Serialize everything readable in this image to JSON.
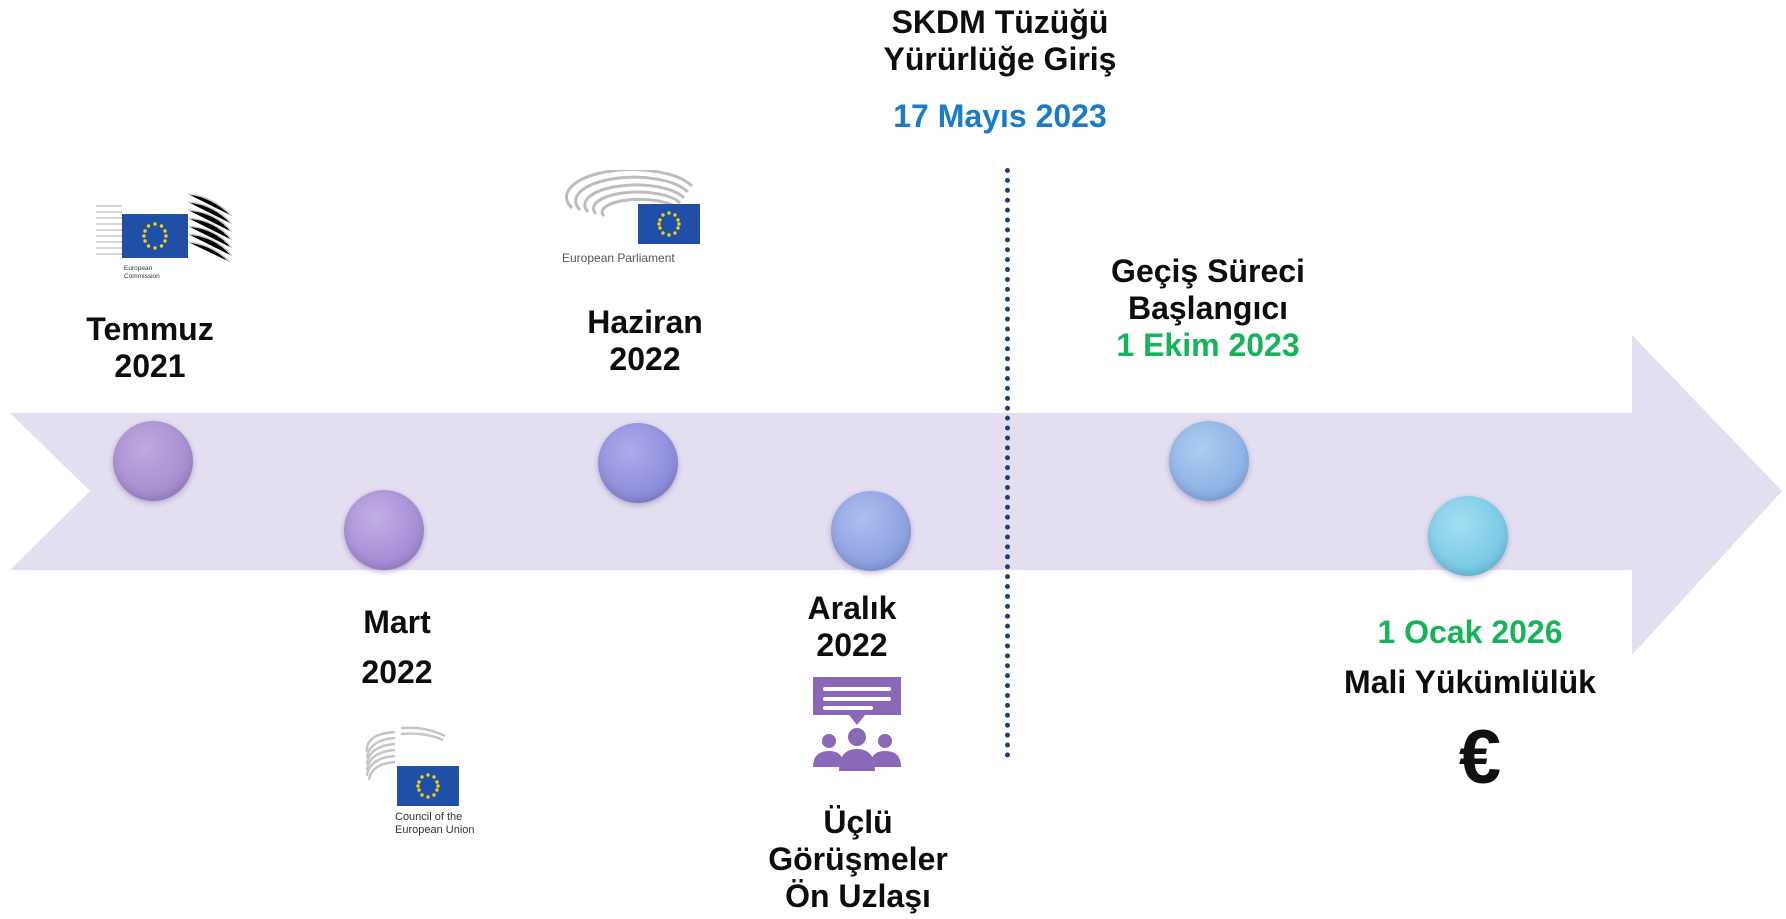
{
  "nodes": [
    {
      "label_lines": [
        "Temmuz",
        "2021"
      ]
    },
    {
      "label_lines": [
        "Mart",
        "2022"
      ]
    },
    {
      "label_lines": [
        "Haziran",
        "2022"
      ]
    },
    {
      "label_lines": [
        "Aralık",
        "2022"
      ]
    },
    {
      "label_lines": [
        "Geçiş Süreci",
        "Başlangıcı"
      ],
      "date": "1 Ekim 2023"
    },
    {
      "label_lines": [
        "Mali Yükümlülük"
      ],
      "date": "1 Ocak 2026"
    }
  ],
  "milestone": {
    "title_lines": [
      "SKDM Tüzüğü",
      "Yürürlüğe Giriş"
    ],
    "date": "17 Mayıs 2023"
  },
  "trilogue": {
    "caption_lines": [
      "Üçlü",
      "Görüşmeler",
      "Ön Uzlaşı"
    ]
  },
  "logos": {
    "commission": {
      "line1": "European",
      "line2": "Commission"
    },
    "parliament": {
      "text": "European Parliament"
    },
    "council": {
      "line1": "Council of the",
      "line2": "European Union"
    }
  },
  "currency_symbol": "€",
  "colors": {
    "arrow_fill": "#e4dff0",
    "dot_1": "#a98fd0",
    "dot_2": "#a78fd6",
    "dot_3": "#8f8fdc",
    "dot_4": "#8fa3e2",
    "dot_5": "#8fb4e6",
    "dot_6": "#7ccbe6",
    "date_blue": "#1a7bc8",
    "date_green": "#17b35a",
    "icon_purple": "#8a67b7",
    "eu_blue": "#1f4fa6",
    "eu_star": "#f6d20f"
  }
}
